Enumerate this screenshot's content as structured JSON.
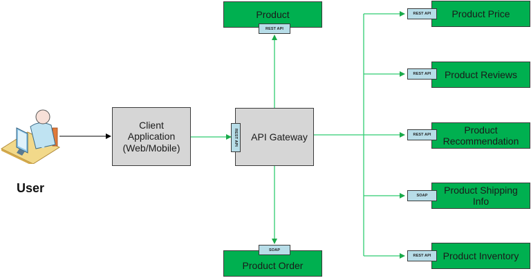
{
  "colors": {
    "service_fill": "#00b050",
    "node_fill": "#d6d6d6",
    "tag_fill": "#b7dde8",
    "connector": "#2ecc71",
    "user_connector": "#000000"
  },
  "user": {
    "label": "User",
    "icon": "user-at-computer-icon"
  },
  "client": {
    "lines": [
      "Client",
      "Application",
      "(Web/Mobile)"
    ]
  },
  "gateway": {
    "label": "API Gateway",
    "tag": "REST API"
  },
  "top_service": {
    "label": "Product",
    "tag": "REST API"
  },
  "bottom_service": {
    "label": "Product Order",
    "tag": "SOAP"
  },
  "services": [
    {
      "label_lines": [
        "Product Price"
      ],
      "tag": "REST API"
    },
    {
      "label_lines": [
        "Product Reviews"
      ],
      "tag": "REST API"
    },
    {
      "label_lines": [
        "Product",
        "Recommendation"
      ],
      "tag": "REST API"
    },
    {
      "label_lines": [
        "Product Shipping",
        "Info"
      ],
      "tag": "SOAP"
    },
    {
      "label_lines": [
        "Product Inventory"
      ],
      "tag": "REST API"
    }
  ]
}
